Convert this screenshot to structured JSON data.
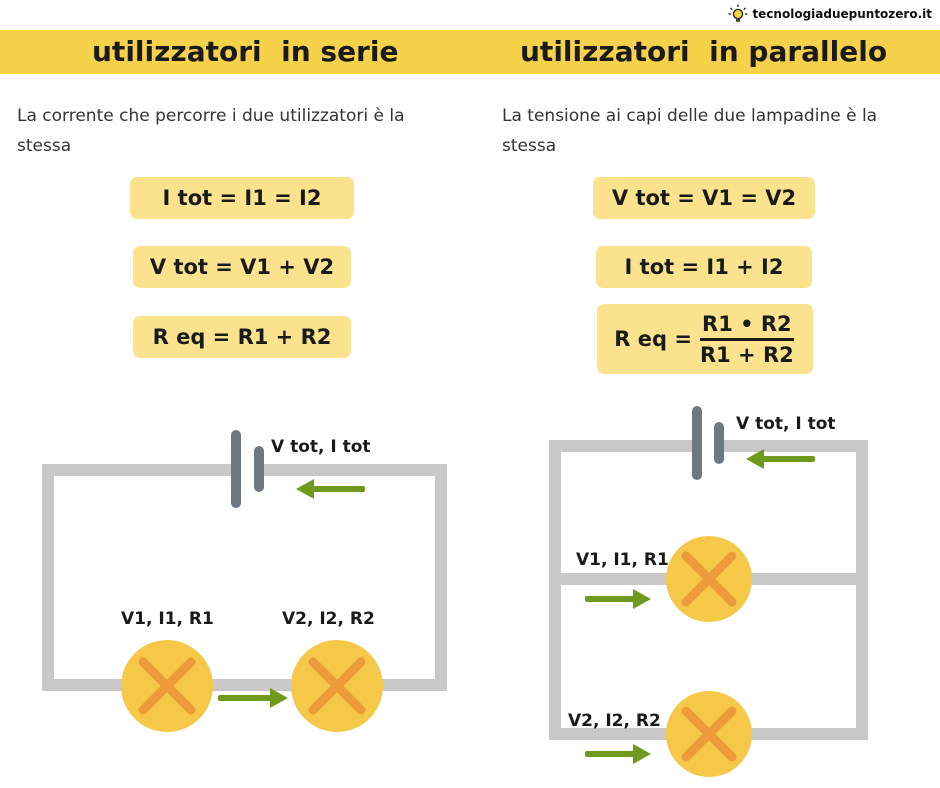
{
  "brand": {
    "text": "tecnologiaduepuntozero.it",
    "icon": "lightbulb-icon"
  },
  "colors": {
    "band": "#f6d24a",
    "formula_box": "#fbe38e",
    "wire": "#c8c8c8",
    "battery": "#6e7881",
    "arrow": "#6f9a1d",
    "lamp": "#f5c84a",
    "lamp_cross": "#ec9a3a"
  },
  "series": {
    "title": "utilizzatori  in serie",
    "description": "La corrente che percorre i due utilizzatori è la stessa",
    "formulas": {
      "current": "I tot = I1 = I2",
      "voltage": "V tot = V1 + V2",
      "resistance": "R eq = R1 + R2"
    },
    "labels": {
      "source": "V tot, I tot",
      "lamp1": "V1, I1, R1",
      "lamp2": "V2, I2, R2"
    }
  },
  "parallel": {
    "title": "utilizzatori  in parallelo",
    "description": "La tensione ai capi delle due lampadine è la stessa",
    "formulas": {
      "voltage": "V tot = V1 = V2",
      "current": "I tot = I1 + I2",
      "resistance_prefix": "R eq =",
      "resistance_numerator": "R1 • R2",
      "resistance_denominator": "R1 + R2"
    },
    "labels": {
      "source": "V tot, I tot",
      "lamp1": "V1, I1, R1",
      "lamp2": "V2, I2, R2"
    }
  }
}
